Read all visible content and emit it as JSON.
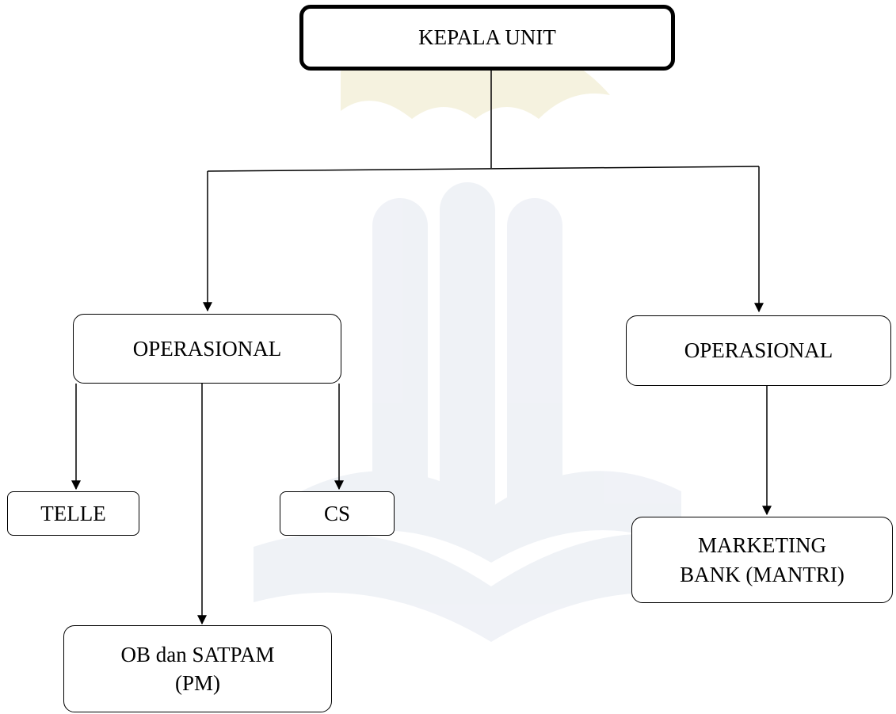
{
  "nodes": {
    "head": "KEPALA UNIT",
    "operasional_left": "OPERASIONAL",
    "operasional_right": "OPERASIONAL",
    "teller": "TELLE",
    "cs": "CS",
    "ob_satpam": "OB dan SATPAM\n(PM)",
    "marketing": "MARKETING\nBANK (MANTRI)"
  },
  "colors": {
    "line": "#000000",
    "watermark": "#f3f0da"
  }
}
